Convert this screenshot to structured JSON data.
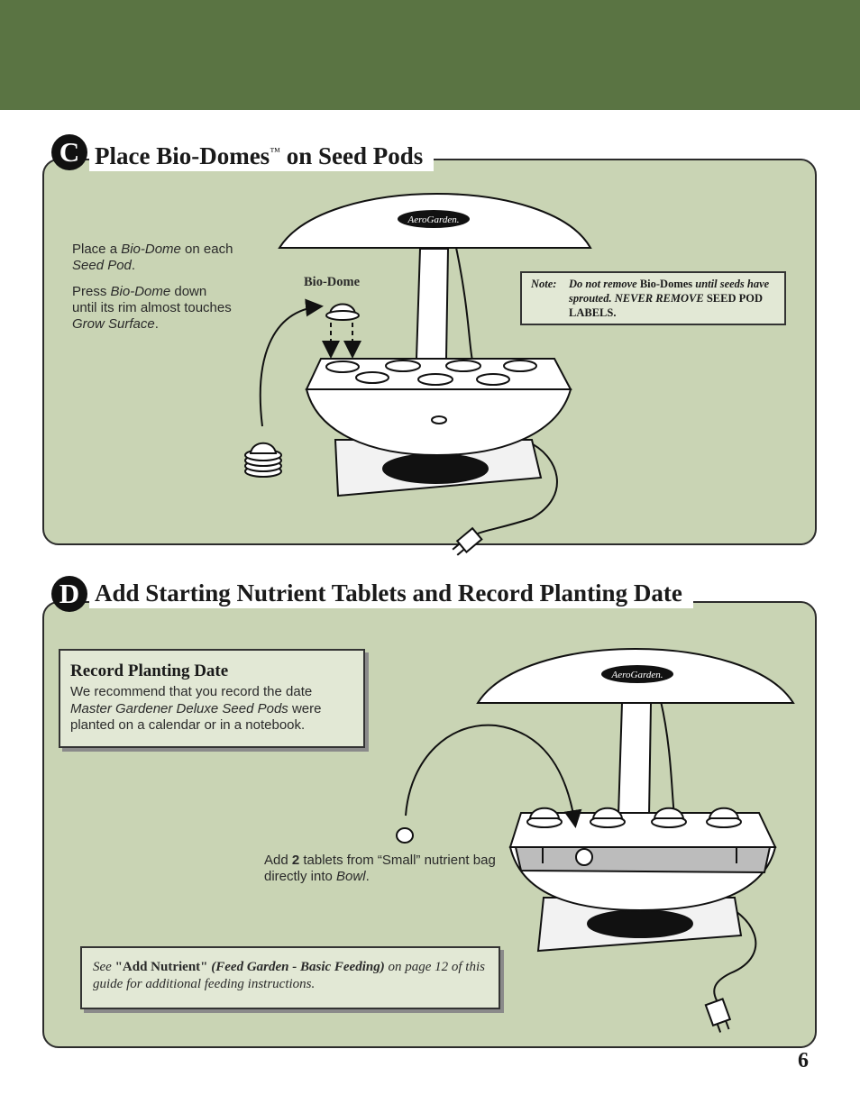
{
  "section_c": {
    "letter": "C",
    "title_main": "Place Bio-Domes",
    "title_tm": "™",
    "title_end": " on Seed Pods",
    "instruction_1": {
      "part1": "Place a ",
      "bio_dome": "Bio-Dome",
      "part2": " on each ",
      "seed_pod": "Seed Pod",
      "part3": "."
    },
    "instruction_2": {
      "part1": "Press ",
      "bio_dome": "Bio-Dome",
      "part2": " down until its rim almost touches ",
      "grow_surface": "Grow Surface",
      "part3": "."
    },
    "callout_label": "Bio-Dome",
    "note": {
      "label": "Note:",
      "part1": "Do not remove",
      "part2": " Bio-Domes ",
      "part3": "until seeds have sprouted. NEVER REMOVE",
      "part4": " SEED POD LABELS."
    },
    "brand": "AeroGarden."
  },
  "section_d": {
    "letter": "D",
    "title": "Add Starting Nutrient Tablets and Record Planting Date",
    "record_box": {
      "title": "Record Planting Date",
      "part1": "We recommend that you record the date ",
      "pods": "Master Gardener Deluxe Seed Pods",
      "part2": " were planted on a calendar or in a notebook."
    },
    "tablet_instruction": {
      "part1": "Add ",
      "count": "2",
      "part2": " tablets from “Small” nutrient bag directly into ",
      "bowl": "Bowl",
      "part3": "."
    },
    "see_box": {
      "see": "See ",
      "link": "\"Add Nutrient\"",
      "paren": " (Feed Garden - Basic Feeding)",
      "rest": " on page 12 of this guide for additional feeding instructions."
    },
    "brand": "AeroGarden."
  },
  "page_number": "6"
}
